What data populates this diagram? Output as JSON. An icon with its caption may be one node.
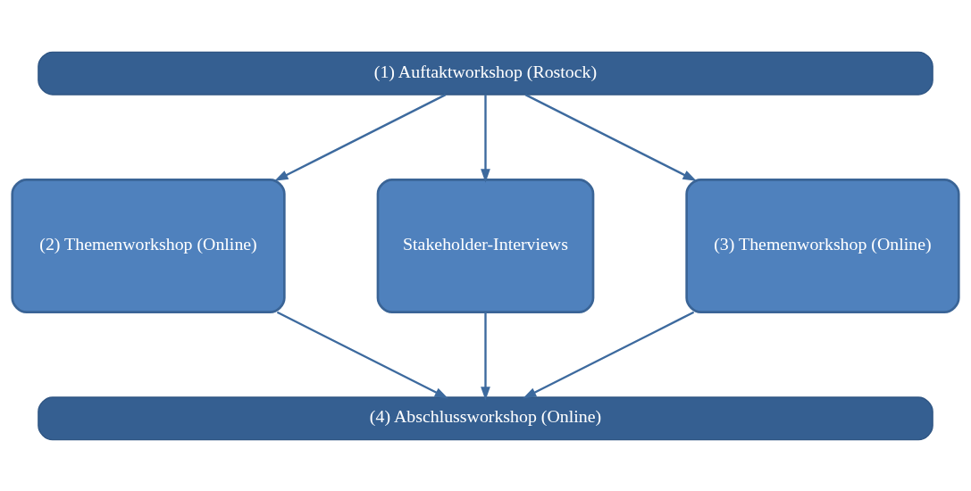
{
  "diagram": {
    "nodes": [
      {
        "text": [
          "(1) Auftaktworkshop (Rostock)"
        ]
      },
      {
        "text": [
          "(2) Themenworkshop (Online)"
        ]
      },
      {
        "text": [
          "Stakeholder-Interviews"
        ]
      },
      {
        "text": [
          "(3) Themenworkshop (Online)"
        ]
      },
      {
        "text": [
          "(4) Abschlussworkshop (Online)"
        ]
      }
    ],
    "edges": [
      {
        "from": 0,
        "to": 1,
        "arrow": "to"
      },
      {
        "from": 0,
        "to": 2,
        "arrow": "to"
      },
      {
        "from": 0,
        "to": 3,
        "arrow": "to"
      },
      {
        "from": 1,
        "to": 4,
        "arrow": "to"
      },
      {
        "from": 2,
        "to": 4,
        "arrow": "to"
      },
      {
        "from": 3,
        "to": 4,
        "arrow": "to"
      }
    ]
  }
}
